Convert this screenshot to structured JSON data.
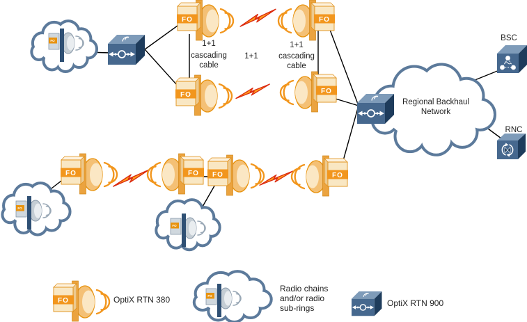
{
  "labels": {
    "fo": "FO",
    "cascading_cable": [
      "1+1",
      "cascading",
      "cable"
    ],
    "one_plus_one": "1+1",
    "regional_backhaul": [
      "Regional Backhaul",
      "Network"
    ],
    "bsc": "BSC",
    "rnc": "RNC"
  },
  "legend": {
    "rtn380": "OptiX RTN 380",
    "radio_chains": [
      "Radio chains",
      "and/or radio",
      "sub-rings"
    ],
    "rtn900": "OptiX RTN 900"
  },
  "colors": {
    "cloud_outline": "#5C7A9B",
    "device_front": "#46688E",
    "device_top": "#7E9BB9",
    "device_side": "#1E3C5C",
    "antenna_orange": "#F2961D",
    "antenna_cream": "#F9E7C3",
    "bolt_fill": "#FFA21C",
    "bolt_stroke": "#DB2B10",
    "line": "#000000"
  }
}
